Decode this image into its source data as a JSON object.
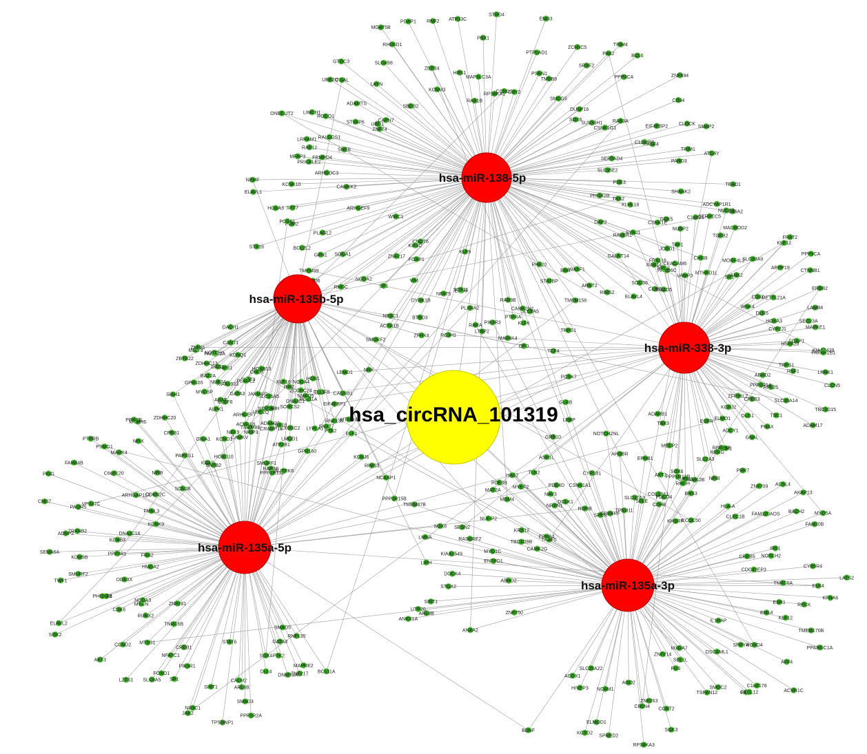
{
  "center": {
    "label": "hsa_circRNA_101319",
    "color": "#ffff00"
  },
  "mirnas": [
    {
      "id": "mir138",
      "label": "hsa-miR-138-5p",
      "color": "#ff0000"
    },
    {
      "id": "mir135b",
      "label": "hsa-miR-135b-5p",
      "color": "#ff0000"
    },
    {
      "id": "mir338",
      "label": "hsa-miR-338-3p",
      "color": "#ff0000"
    },
    {
      "id": "mir135a5p",
      "label": "hsa-miR-135a-5p",
      "color": "#ff0000"
    },
    {
      "id": "mir135a3p",
      "label": "hsa-miR-135a-3p",
      "color": "#ff0000"
    }
  ],
  "edge_color": "#8c8c8c",
  "gene_color": "#2e9e1f",
  "gene_border": "#6fcf52",
  "genes": {
    "mir138": [
      "NEMF",
      "ARHGDC3",
      "PRICKLE2",
      "FRMPD4",
      "MFAP3",
      "RAB12",
      "SNEB",
      "LRRAM1",
      "RALGDS1",
      "ONECUT2",
      "LIMCH1",
      "ROCO1",
      "STX8P6",
      "ZNF74",
      "UBD1",
      "CAPN7",
      "ADAMTS",
      "UBE2Q",
      "ITGAL",
      "GTOC3",
      "LAYN",
      "SBCB2",
      "SLC4B8",
      "RHD6D1",
      "MGAT5B",
      "KCNM3",
      "PDAP1",
      "ZBTB4",
      "RNF2",
      "HRS1",
      "ATP13C",
      "RAB1B",
      "MAP1LC3A",
      "PBX1",
      "STRD4",
      "RPS6KA1",
      "CCND3",
      "ENO3",
      "CRY2",
      "PTPLAD1",
      "PSEN1",
      "ZCH3C5",
      "TMSB9",
      "SRSF2",
      "SMCG5",
      "PAK2",
      "TRIM4",
      "BCL6",
      "DUSP16",
      "PPP3CA",
      "SOX6",
      "ZNF594",
      "SUV39H1",
      "CSNK1G1",
      "RAB3A",
      "CD34",
      "EIF4EBP2",
      "CLOCK",
      "SMAP2",
      "C12orf65",
      "ASF4",
      "TRIM1",
      "SERTAD4",
      "ATCAY",
      "PARD3",
      "SLC35E2",
      "PDE3",
      "TEAD1",
      "SHANK2",
      "ADCYAP1R1",
      "PHOX2B",
      "SLC46A2",
      "TBX2",
      "KLHL18",
      "GRK5",
      "CSNK1E",
      "CHGB",
      "JOSD1",
      "DAP2",
      "RAVER1",
      "FBXL16",
      "GALNT14",
      "CLIP3",
      "SMAD5",
      "SOCS6",
      "ELAVL4",
      "RIMS2",
      "WASF1",
      "ARNT2",
      "ERB",
      "TMEM158",
      "STATBP",
      "PHF20",
      "TRPS1",
      "SLC6A5",
      "CAMK2N1",
      "RAB3B",
      "PTPRA",
      "MAP4K4",
      "RARA",
      "LTBP2",
      "EHD3",
      "KLF9",
      "SOX11",
      "NFAT5",
      "DYRK1B",
      "BTBD3",
      "VIM",
      "NR3C1",
      "FOXP1",
      "SP1",
      "CNOT6",
      "KIF3C",
      "ZNF217",
      "NCOA2",
      "RHOC",
      "LYPD6",
      "TMEM99",
      "SOGA1",
      "GPN1",
      "WWC1",
      "BCL2L2",
      "STX16",
      "PLAGL2",
      "PUM2",
      "ARHGEF9",
      "PCGF1",
      "HOXA3",
      "SYT7",
      "ELAVL1",
      "CAMKK2",
      "KCNK10"
    ],
    "mir135b": [
      "RNF138",
      "CHRFB",
      "SNX27",
      "TLL2",
      "PTK2",
      "HCN1",
      "BCL11A",
      "LYPLA1",
      "NCOA4",
      "SMAD5",
      "DNAJC1",
      "ZCCHC24",
      "SORCS2",
      "LMOD1",
      "EXOSC2",
      "RAI2",
      "CRAMP1L",
      "KLF16",
      "ADAM22",
      "SLC25A5",
      "GRAPH",
      "NUP153",
      "TMEM88",
      "JAKMIP2",
      "ACVR1B",
      "ARHGEF7",
      "HOXB13",
      "CHD6",
      "STAT3",
      "CELF6",
      "GATA3",
      "ADAT",
      "ALPK1",
      "KIAA1933",
      "NUB74",
      "MYCBP",
      "TRPS1",
      "KCNQ1",
      "GPR165",
      "DAG1",
      "ZDHHC13",
      "FAM102A",
      "CANT1",
      "NOTCH1",
      "MLLT3",
      "ZNF81",
      "ZBTB22",
      "DACH1"
    ],
    "mir338": [
      "SYNJ1",
      "RAB14",
      "PARD6C",
      "NPC2",
      "CEACAM6",
      "NUBP2",
      "TAF1",
      "VAMP3",
      "C1orf21",
      "SERPEC5",
      "MTHFD1L",
      "NUCB2",
      "TGFB2",
      "MACROD2",
      "MORF4L2",
      "SP1",
      "ANK2",
      "SLC39A9",
      "KLF12",
      "FRAT2",
      "ARPP19",
      "PPP3CA",
      "CD47",
      "WNK4",
      "CTNNB1",
      "METTL21A",
      "DLG5",
      "ERBB2",
      "LAMB4",
      "HOXA3",
      "CYP2J1",
      "SEC23A",
      "MAPKE1",
      "FOXP1",
      "HSPA13",
      "KIAA1429",
      "PAFAH1B1",
      "TRPS1",
      "LRRK1",
      "RSF1",
      "CLCN5",
      "ABHD2",
      "TBC1D15",
      "RPL25",
      "PPP1R1A",
      "SLC35A14",
      "ADAM17",
      "CPEB3",
      "TSC1",
      "ZFP36L2",
      "PHAX",
      "DLG1",
      "KCNJ2",
      "GNAL",
      "ELMO1",
      "ADCY1",
      "TPM1",
      "RNF213",
      "EGFR",
      "NFIB",
      "SLC2A3",
      "CAMK2B",
      "GRIA2",
      "PPP1R12B",
      "SOX6",
      "AKT3",
      "MECP2",
      "TBX3",
      "ADARB1"
    ],
    "mir135a5p": [
      "BCL11A",
      "RNF135",
      "MAPRE2",
      "SMAD5",
      "ZNF217",
      "GATA3",
      "DNMT3A",
      "PTK2",
      "DLL4",
      "SOX4",
      "PPP2R2A",
      "ARL8B",
      "SMAD3",
      "CALM2",
      "TP53INP1",
      "STAT6",
      "SIRT1",
      "NR3C1",
      "JAK2",
      "PIK3R1",
      "SP1",
      "CREB1",
      "NFATC1",
      "FOXO1",
      "SLC6A5",
      "LZTS1",
      "TNRC6B",
      "MTSS1",
      "ZNF281",
      "CCND2",
      "AKT3",
      "RUNX2",
      "MYCN",
      "NCOA3",
      "SOX2",
      "CDK6",
      "ELAVL2",
      "KLF4",
      "PHOX2B",
      "DDX3X",
      "HMGA2",
      "TWF1",
      "SMURF2",
      "FRS2",
      "KDM5B",
      "PPP3R1",
      "SEMA6A",
      "KCNB3",
      "ZRANB2",
      "ADNP2",
      "DNAJC16",
      "CHD7",
      "KCNK9",
      "PAQR5",
      "VPS37C",
      "FMNL3",
      "PKIG",
      "FAM84B",
      "ARHGAP11A",
      "C6orf120",
      "CDKN2C",
      "PTPRB",
      "MARK4",
      "PSMG1",
      "NFIB",
      "NFIX",
      "SCN2B",
      "MTMR6",
      "PRKCE",
      "PAPSS1",
      "ZDHHC20",
      "CPEB1",
      "SIAH1",
      "GRIA1",
      "KRAS",
      "SNTB2",
      "HOXD10",
      "BAZ2A",
      "KCND1",
      "NEK9",
      "CAMKV",
      "PLAGL2",
      "NRIP3",
      "UBE2Q",
      "SMURF1",
      "TBX18",
      "RAB3B",
      "ATP2B1",
      "PPP1R13B",
      "SLITRK6",
      "EIF4EBP1",
      "GPR160"
    ],
    "mir135a3p": [
      "ANXA2",
      "ZNF750",
      "ARL8B",
      "ANKS1A",
      "UTP20",
      "SIRT1",
      "STOX2",
      "DOCK4",
      "ABHD2",
      "LIPH",
      "KIAA1549",
      "ENTPD1",
      "LMNA",
      "MYO1C",
      "RASGRF2",
      "TBC1D9B",
      "CAMK2G",
      "KRS12",
      "TRAF5",
      "EPHA4",
      "MAT2A",
      "PDE3B",
      "HAS2",
      "NRXN1",
      "TLN2",
      "NAV3",
      "DCLK1",
      "RORB",
      "CSNK1A1",
      "SPEN",
      "CYP1B1",
      "CREBRF",
      "NOTCH2NL",
      "TP53I11",
      "APOBR",
      "SLC37A3",
      "SELE",
      "EPHB1",
      "COL19A1",
      "CDH8",
      "PDCD4",
      "RHOH",
      "BRS3",
      "RERG",
      "KHSRP",
      "CCDC50",
      "PRR7",
      "HLA-A",
      "ZNF709",
      "CLEC1B",
      "ACSL4",
      "FAM120AOS",
      "AKAP13",
      "BACH2",
      "MYO5A",
      "FAM20B",
      "IRS1",
      "CREB5",
      "NOTCH2",
      "CDC42EP3",
      "CYB5R4",
      "LATS2",
      "TNRC6A",
      "ELK4",
      "KPNA6",
      "ESR1",
      "RECK",
      "EML4",
      "KLF12",
      "TMEM170B",
      "PPARGC1A",
      "IL1RAP",
      "HOXD4",
      "AFF4",
      "SPRY4",
      "ACVR1C",
      "DSCAML1",
      "C1orf178",
      "PAX4",
      "CXCL12",
      "SMOC2",
      "MXRA7",
      "TSPAN12",
      "SEL1L",
      "FUS",
      "ZNF214",
      "SGK3",
      "CCNT2",
      "ZNF263",
      "RPS6KA3",
      "CBLN4",
      "AGO2",
      "SPRED2",
      "NCAM1",
      "ELMOD1",
      "KCTD2",
      "HIVEP3",
      "SLC25A22",
      "ACOX1",
      "BDNF"
    ],
    "center": [
      "LRBP",
      "GRB10",
      "ASH1L",
      "PDE4D",
      "MYEF2",
      "MDM4",
      "NUFIP2",
      "SESN2",
      "SOX8",
      "TMEM87B",
      "PPP1R15B",
      "NCKAP1",
      "RIMS3",
      "KCNJ6",
      "ELF1",
      "MTMR4",
      "CACNB1",
      "LEMD1",
      "NRK",
      "SMURF2",
      "ACTR1B",
      "ZFHX4",
      "RC3H1",
      "PLXNA2",
      "PIK3R3",
      "KLF6",
      "CPD",
      "TCF4",
      "PCSK7",
      "GLRB"
    ]
  }
}
